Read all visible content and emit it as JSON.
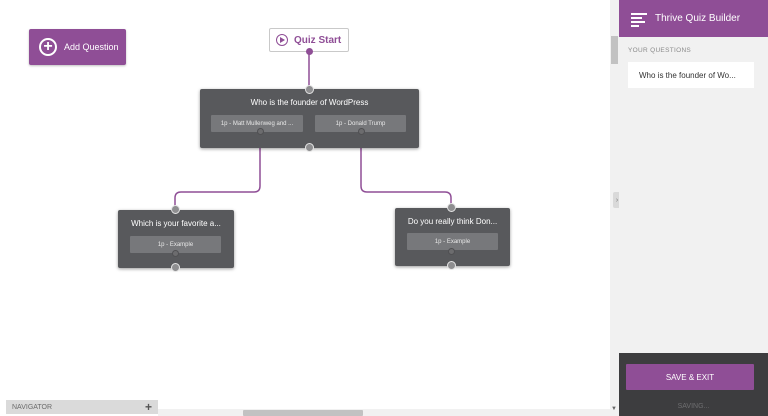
{
  "canvas": {
    "add_question_label": "Add Question",
    "quiz_start_label": "Quiz Start",
    "questions": [
      {
        "title": "Who is the founder of WordPress",
        "answers": [
          "1p - Matt Mullenweg and ...",
          "1p - Donald Trump"
        ]
      },
      {
        "title": "Which is your favorite a...",
        "answers": [
          "1p - Example"
        ]
      },
      {
        "title": "Do you really think Don...",
        "answers": [
          "1p - Example"
        ]
      }
    ],
    "navigator_label": "NAVIGATOR"
  },
  "panel": {
    "title": "Thrive Quiz Builder",
    "section_label": "YOUR QUESTIONS",
    "questions_list": [
      "Who is the founder of Wo..."
    ],
    "save_exit_label": "SAVE & EXIT",
    "status_text": "SAVING..."
  },
  "colors": {
    "accent": "#8f4e96",
    "card_bg": "#58595c",
    "answer_bg": "#77787b",
    "footer_bg": "#3d3d3f"
  }
}
